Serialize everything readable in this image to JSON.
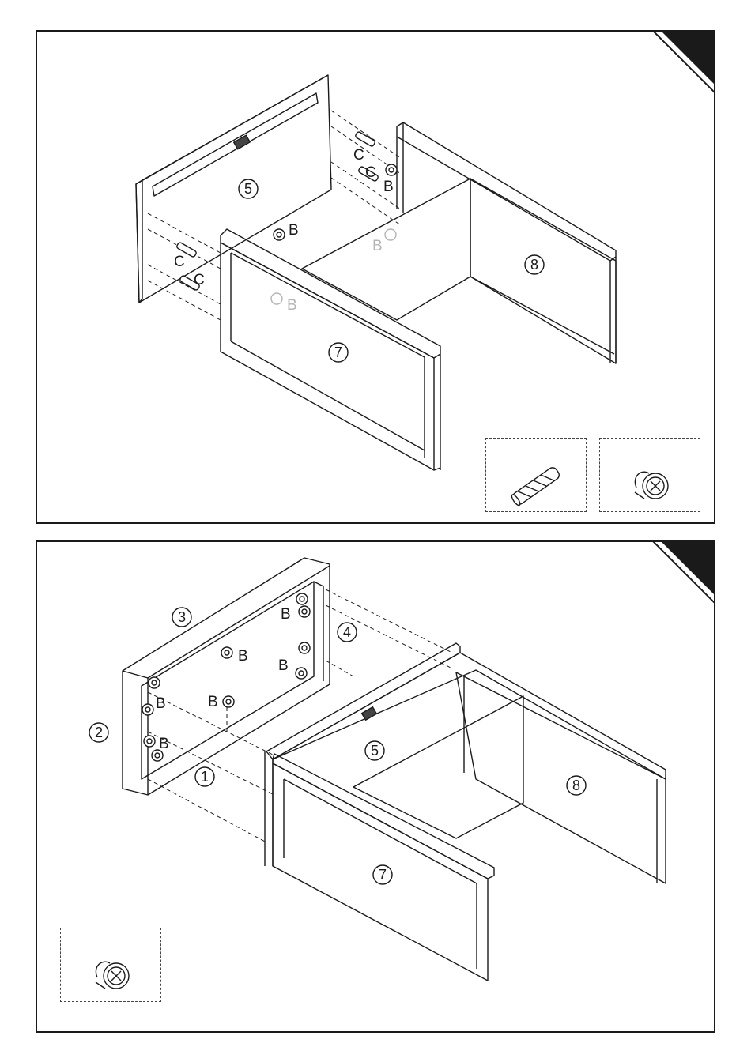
{
  "steps": [
    {
      "labels": {
        "panel_5": "5",
        "panel_7": "7",
        "panel_8": "8",
        "hw_c": "C",
        "hw_b": "B"
      },
      "insets": [
        {
          "icon": "wooden-dowel-icon",
          "interactable": false
        },
        {
          "icon": "cam-lock-icon",
          "interactable": false
        }
      ]
    },
    {
      "labels": {
        "panel_1": "1",
        "panel_2": "2",
        "panel_3": "3",
        "panel_4": "4",
        "panel_5": "5",
        "panel_7": "7",
        "panel_8": "8",
        "hw_b": "B"
      },
      "insets": [
        {
          "icon": "cam-lock-icon",
          "interactable": false
        }
      ]
    }
  ],
  "colors": {
    "line": "#1a1a1a",
    "faint": "#b5b5b5",
    "tab": "#1a1a1a"
  }
}
